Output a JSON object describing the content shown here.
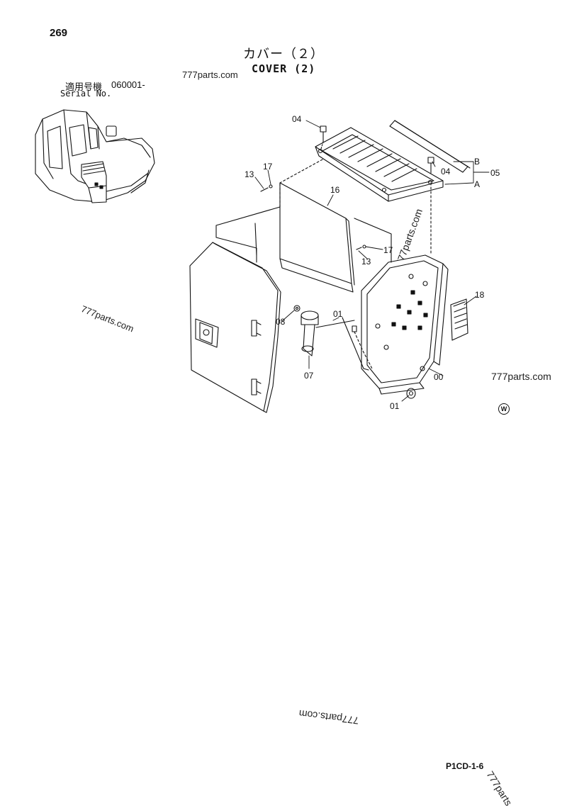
{
  "page": {
    "number": "269",
    "drawing_code": "P1CD-1-6"
  },
  "title": {
    "japanese": "カバー（２）",
    "english": "COVER (2)"
  },
  "serial": {
    "label_japanese": "適用号機",
    "range": "060001-",
    "label_english": "Serial No."
  },
  "watermarks": [
    "777parts.com",
    "777parts.com",
    "777parts.com",
    "777parts.com",
    "777parts.com",
    "777parts"
  ],
  "parts": [
    {
      "callout": "00"
    },
    {
      "callout": "01"
    },
    {
      "callout": "01"
    },
    {
      "callout": "04"
    },
    {
      "callout": "04"
    },
    {
      "callout": "05"
    },
    {
      "callout": "07"
    },
    {
      "callout": "08"
    },
    {
      "callout": "13"
    },
    {
      "callout": "13"
    },
    {
      "callout": "16"
    },
    {
      "callout": "17"
    },
    {
      "callout": "17"
    },
    {
      "callout": "18"
    }
  ],
  "reference_letters": [
    "A",
    "B"
  ],
  "variant_mark": "W"
}
